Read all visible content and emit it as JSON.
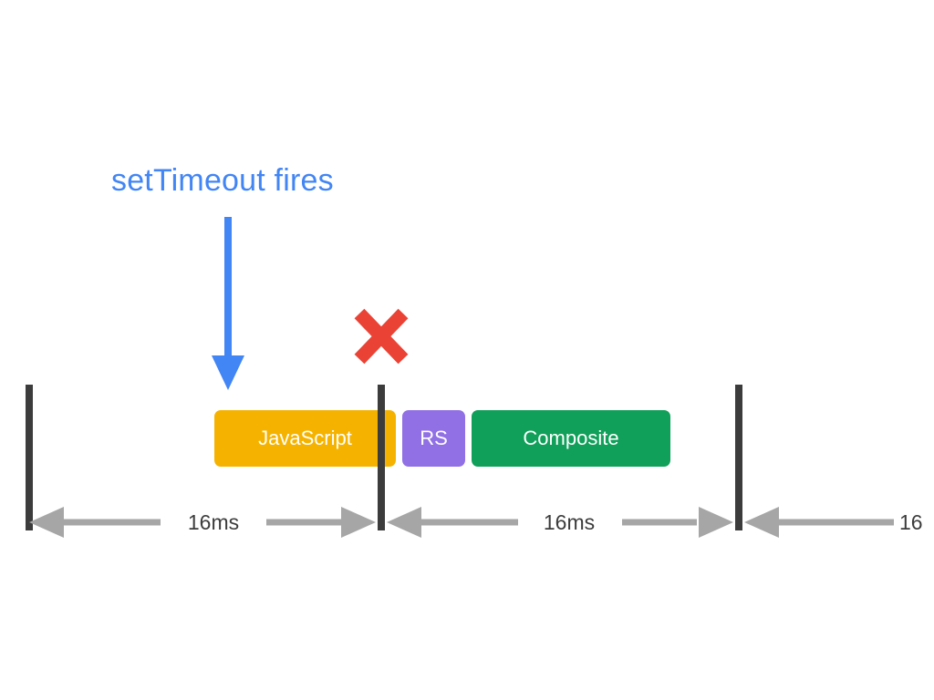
{
  "diagram": {
    "title": "setTimeout fires",
    "annotation": {
      "label": "setTimeout fires",
      "color": "#4285F4",
      "arrow_icon": "down-arrow-icon"
    },
    "error": {
      "icon": "red-x-icon",
      "color": "#EA4335",
      "meaning": "missed frame deadline"
    },
    "background": "#FFFFFF",
    "tick_color": "#3C3C3C",
    "arrow_color": "#A6A6A6",
    "ticks": [
      {
        "name": "frame-boundary-0"
      },
      {
        "name": "frame-boundary-1"
      },
      {
        "name": "frame-boundary-2"
      }
    ],
    "bars": [
      {
        "label": "JavaScript",
        "color": "#F5B300"
      },
      {
        "label": "RS",
        "color": "#9170E5"
      },
      {
        "label": "Composite",
        "color": "#10A05A"
      }
    ],
    "measurements": [
      {
        "label": "16ms"
      },
      {
        "label": "16ms"
      },
      {
        "label": "16"
      }
    ]
  }
}
